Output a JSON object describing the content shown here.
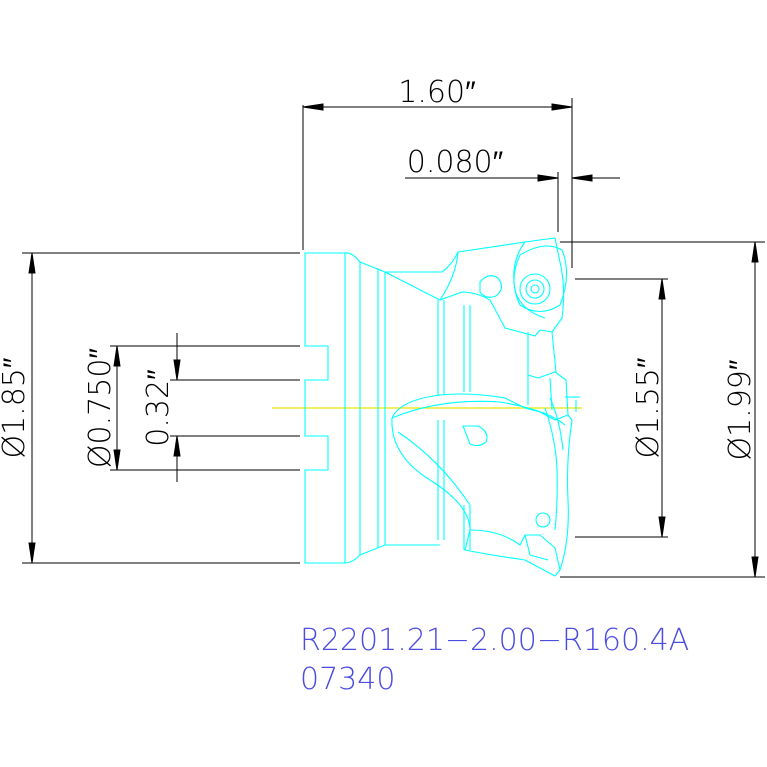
{
  "colors": {
    "outline": "#00ffff",
    "dimension": "#000000",
    "centerline": "#e6e600",
    "label": "#4c4ce0",
    "background": "#ffffff"
  },
  "dimensions": {
    "overall_length": "1.60″",
    "insert_protrusion": "0.080″",
    "body_diameter": "Ø1.85″",
    "bore_diameter": "Ø0.750″",
    "keyway_width": "0.32″",
    "inner_cutting_diameter": "Ø1.55″",
    "outer_cutting_diameter": "Ø1.99″"
  },
  "label": {
    "part_number": "R2201.21−2.00−R160.4A",
    "code": "07340"
  }
}
